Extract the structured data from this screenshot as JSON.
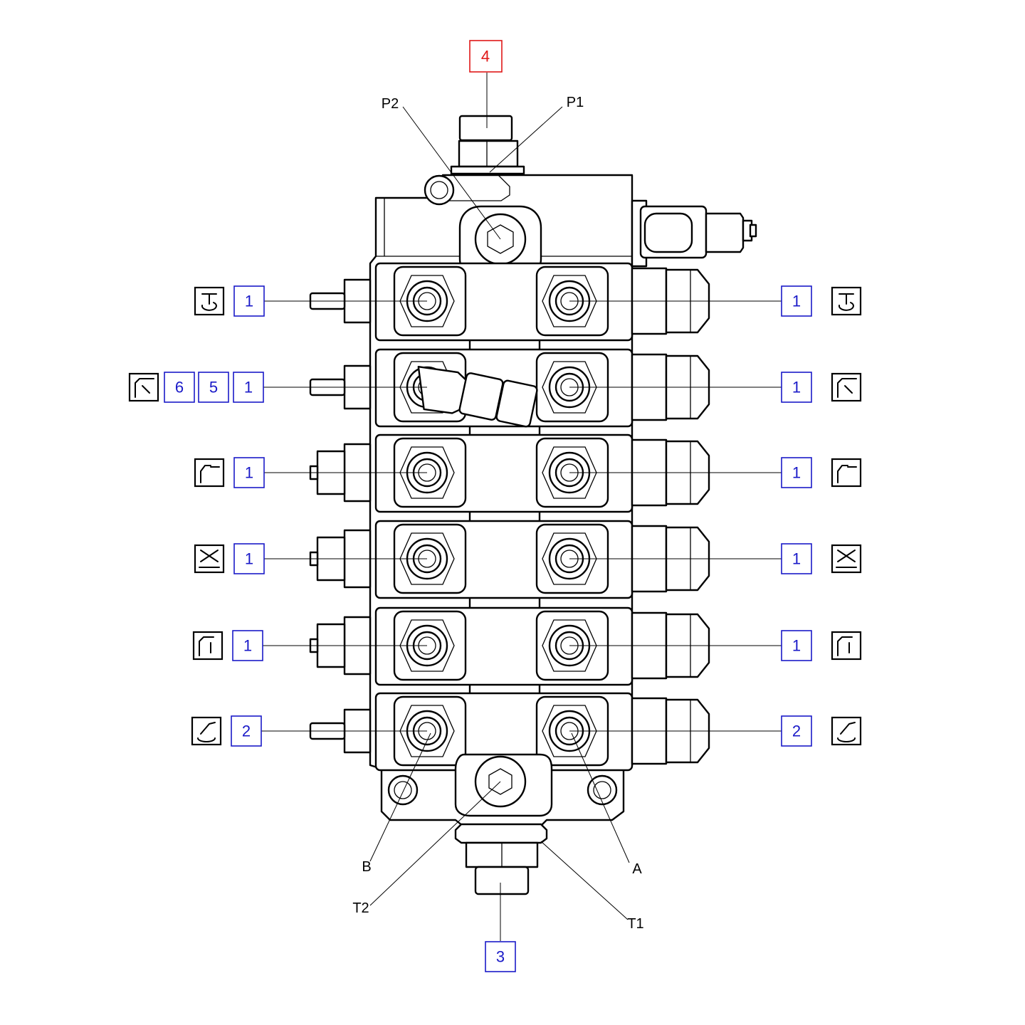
{
  "callouts": {
    "top": "4",
    "bottom": "3",
    "rows": [
      {
        "left": [
          "1"
        ],
        "right": "1",
        "left_icon": "rotate-icon",
        "right_icon": "rotate-icon"
      },
      {
        "left": [
          "6",
          "5",
          "1"
        ],
        "right": "1",
        "left_icon": "boom-raise-icon",
        "right_icon": "boom-lower-icon"
      },
      {
        "left": [
          "1"
        ],
        "right": "1",
        "left_icon": "arm-extend-icon",
        "right_icon": "arm-retract-icon"
      },
      {
        "left": [
          "1"
        ],
        "right": "1",
        "left_icon": "grab-open-icon",
        "right_icon": "grab-close-icon"
      },
      {
        "left": [
          "1"
        ],
        "right": "1",
        "left_icon": "arm-down-icon",
        "right_icon": "arm-up-icon"
      },
      {
        "left": [
          "2"
        ],
        "right": "2",
        "left_icon": "rotator-left-icon",
        "right_icon": "rotator-right-icon"
      }
    ]
  },
  "ports": {
    "p1": "P1",
    "p2": "P2",
    "a": "A",
    "b": "B",
    "t1": "T1",
    "t2": "T2"
  },
  "colors": {
    "callout_blue": "#1a1ac8",
    "callout_red": "#e01818",
    "line": "#000000"
  }
}
